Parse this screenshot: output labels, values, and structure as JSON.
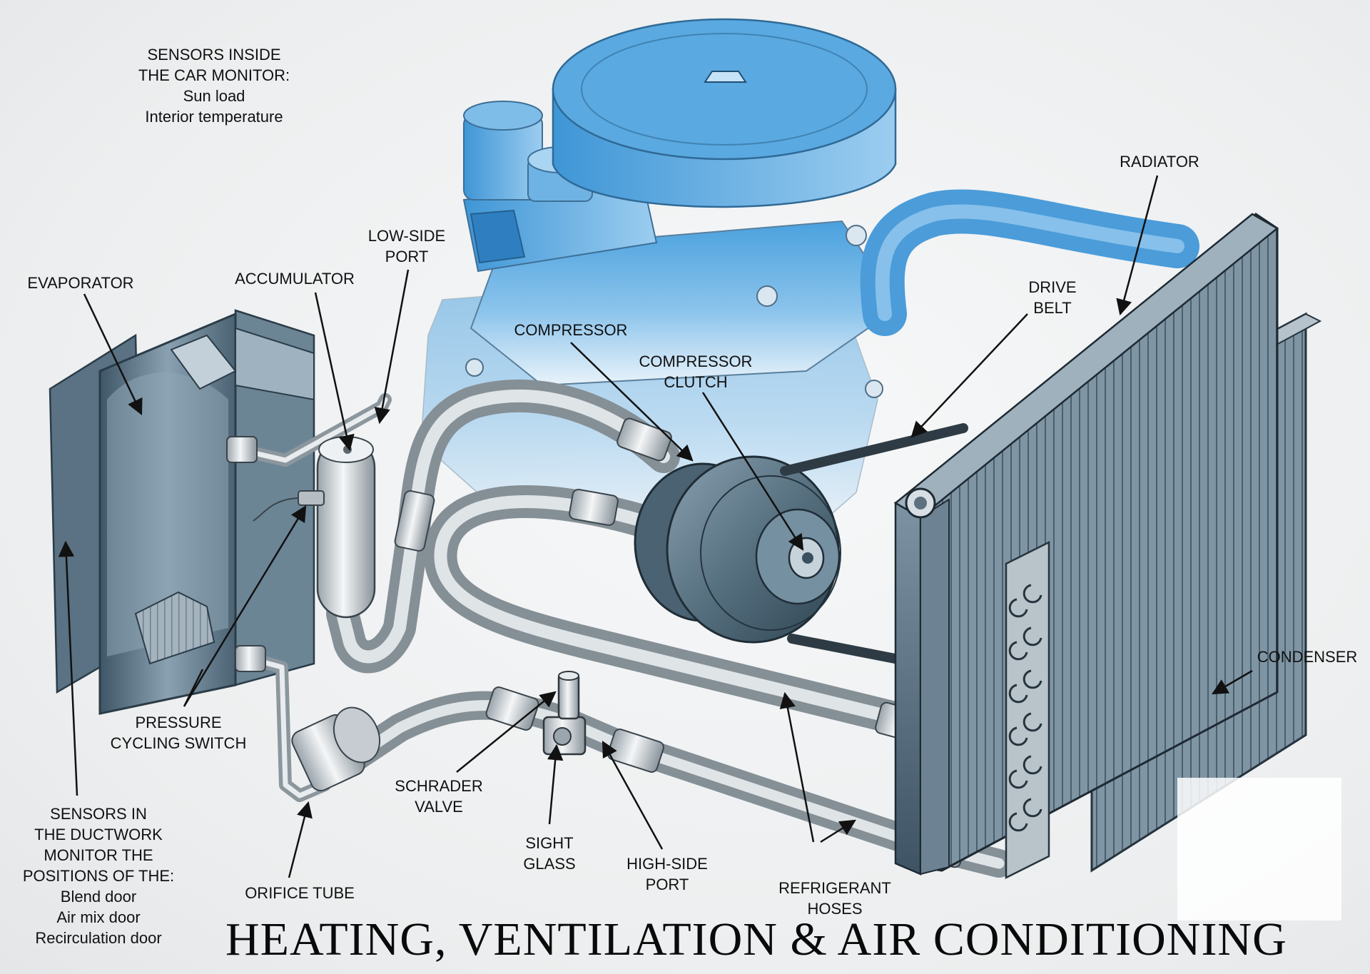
{
  "title": "HEATING, VENTILATION & AIR CONDITIONING",
  "labels": {
    "sensors_inside": [
      "SENSORS INSIDE",
      "THE CAR MONITOR:",
      "Sun load",
      "Interior temperature"
    ],
    "evaporator": [
      "EVAPORATOR"
    ],
    "accumulator": [
      "ACCUMULATOR"
    ],
    "low_side_port": [
      "LOW-SIDE",
      "PORT"
    ],
    "compressor": [
      "COMPRESSOR"
    ],
    "compressor_clutch": [
      "COMPRESSOR",
      "CLUTCH"
    ],
    "drive_belt": [
      "DRIVE",
      "BELT"
    ],
    "radiator": [
      "RADIATOR"
    ],
    "condenser": [
      "CONDENSER"
    ],
    "pressure_cycling_switch": [
      "PRESSURE",
      "CYCLING SWITCH"
    ],
    "schrader_valve": [
      "SCHRADER",
      "VALVE"
    ],
    "sight_glass": [
      "SIGHT",
      "GLASS"
    ],
    "high_side_port": [
      "HIGH-SIDE",
      "PORT"
    ],
    "refrigerant_hoses": [
      "REFRIGERANT",
      "HOSES"
    ],
    "orifice_tube": [
      "ORIFICE TUBE"
    ],
    "sensors_ductwork": [
      "SENSORS IN",
      "THE DUCTWORK",
      "MONITOR THE",
      "POSITIONS OF THE:",
      "Blend door",
      "Air mix door",
      "Recirculation door"
    ]
  },
  "colors": {
    "engine_blue": "#5aa9e0",
    "component_steel": "#6f8798",
    "hose_gray": "#b9bfc4",
    "label_text": "#111111"
  }
}
